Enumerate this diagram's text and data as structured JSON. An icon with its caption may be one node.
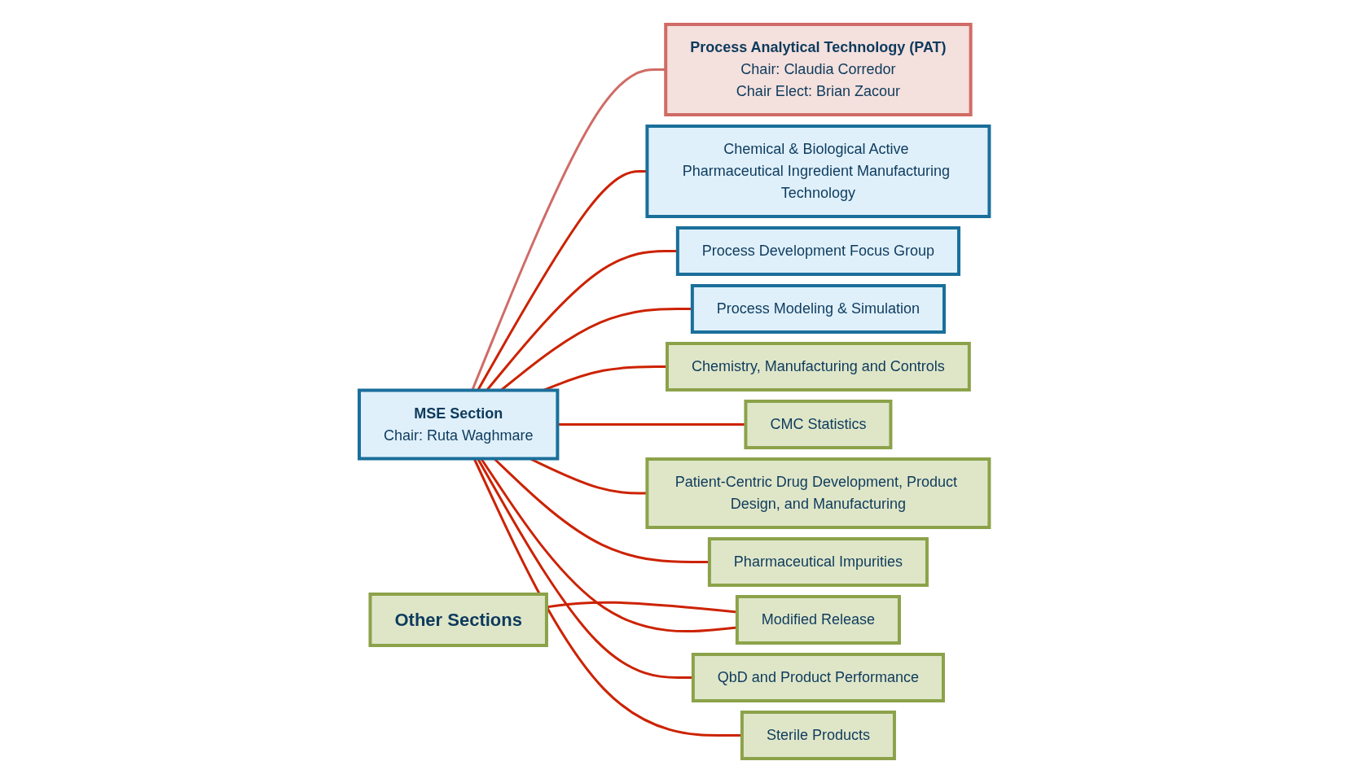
{
  "diagram": {
    "nodes": [
      {
        "text": [
          "MSE Section",
          "Chair: Ruta Waghmare"
        ]
      },
      {
        "text": [
          "Process Analytical Technology (PAT)",
          "Chair: Claudia Corredor",
          "Chair Elect: Brian Zacour"
        ]
      },
      {
        "text": [
          "Chemical & Biological Active Pharmaceutical Ingredient Manufacturing Technology"
        ]
      },
      {
        "text": [
          "Process Development Focus Group"
        ]
      },
      {
        "text": [
          "Process Modeling & Simulation"
        ]
      },
      {
        "text": [
          "Chemistry, Manufacturing and Controls"
        ]
      },
      {
        "text": [
          "CMC Statistics"
        ]
      },
      {
        "text": [
          "Modified Release"
        ]
      },
      {
        "text": [
          "Other Sections"
        ]
      },
      {
        "text": [
          "Patient-Centric Drug Development, Product Design, and Manufacturing"
        ]
      },
      {
        "text": [
          "Pharmaceutical Impurities"
        ]
      },
      {
        "text": [
          "QbD and Product Performance"
        ]
      },
      {
        "text": [
          "Sterile Products"
        ]
      }
    ],
    "edges": [
      {
        "from": 0,
        "to": 1,
        "arrow": "none",
        "color": "#d06b66"
      },
      {
        "from": 0,
        "to": 2,
        "arrow": "none"
      },
      {
        "from": 0,
        "to": 3,
        "arrow": "none"
      },
      {
        "from": 0,
        "to": 4,
        "arrow": "none"
      },
      {
        "from": 0,
        "to": 5,
        "arrow": "none"
      },
      {
        "from": 0,
        "to": 6,
        "arrow": "none"
      },
      {
        "from": 0,
        "to": 7,
        "arrow": "none"
      },
      {
        "from": 8,
        "to": 7,
        "arrow": "none"
      },
      {
        "from": 0,
        "to": 9,
        "arrow": "none"
      },
      {
        "from": 0,
        "to": 10,
        "arrow": "none"
      },
      {
        "from": 0,
        "to": 11,
        "arrow": "none"
      },
      {
        "from": 0,
        "to": 12,
        "arrow": "none"
      }
    ]
  }
}
